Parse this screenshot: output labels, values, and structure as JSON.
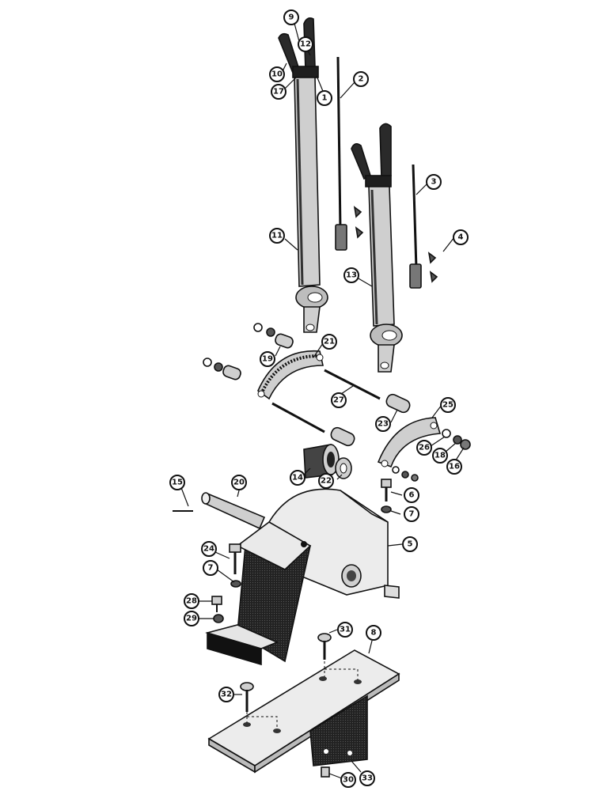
{
  "callouts": [
    {
      "id": "9",
      "label": "9"
    },
    {
      "id": "12",
      "label": "12"
    },
    {
      "id": "10",
      "label": "10"
    },
    {
      "id": "17",
      "label": "17"
    },
    {
      "id": "1",
      "label": "1"
    },
    {
      "id": "2",
      "label": "2"
    },
    {
      "id": "3",
      "label": "3"
    },
    {
      "id": "4",
      "label": "4"
    },
    {
      "id": "11",
      "label": "11"
    },
    {
      "id": "13",
      "label": "13"
    },
    {
      "id": "19",
      "label": "19"
    },
    {
      "id": "21",
      "label": "21"
    },
    {
      "id": "27",
      "label": "27"
    },
    {
      "id": "23",
      "label": "23"
    },
    {
      "id": "25",
      "label": "25"
    },
    {
      "id": "26",
      "label": "26"
    },
    {
      "id": "18",
      "label": "18"
    },
    {
      "id": "16",
      "label": "16"
    },
    {
      "id": "14",
      "label": "14"
    },
    {
      "id": "22",
      "label": "22"
    },
    {
      "id": "6",
      "label": "6"
    },
    {
      "id": "7a",
      "label": "7"
    },
    {
      "id": "15",
      "label": "15"
    },
    {
      "id": "20",
      "label": "20"
    },
    {
      "id": "5",
      "label": "5"
    },
    {
      "id": "24",
      "label": "24"
    },
    {
      "id": "7b",
      "label": "7"
    },
    {
      "id": "28",
      "label": "28"
    },
    {
      "id": "29",
      "label": "29"
    },
    {
      "id": "8",
      "label": "8"
    },
    {
      "id": "31",
      "label": "31"
    },
    {
      "id": "32",
      "label": "32"
    },
    {
      "id": "30",
      "label": "30"
    },
    {
      "id": "33",
      "label": "33"
    }
  ]
}
